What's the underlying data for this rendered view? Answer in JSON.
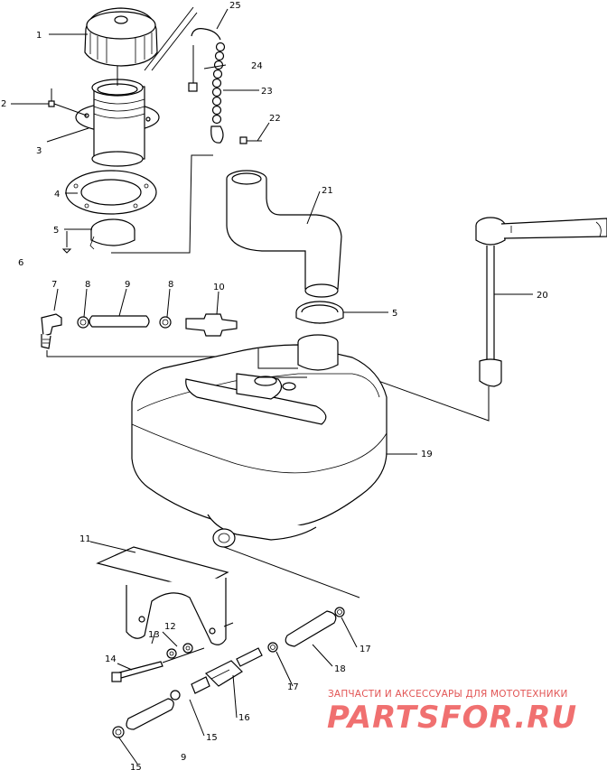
{
  "callouts": [
    {
      "id": "c1",
      "text": "1"
    },
    {
      "id": "c2",
      "text": "2"
    },
    {
      "id": "c3",
      "text": "3"
    },
    {
      "id": "c4",
      "text": "4"
    },
    {
      "id": "c5a",
      "text": "5"
    },
    {
      "id": "c6",
      "text": "6"
    },
    {
      "id": "c7",
      "text": "7"
    },
    {
      "id": "c8a",
      "text": "8"
    },
    {
      "id": "c9a",
      "text": "9"
    },
    {
      "id": "c8b",
      "text": "8"
    },
    {
      "id": "c10",
      "text": "10"
    },
    {
      "id": "c5b",
      "text": "5"
    },
    {
      "id": "c11",
      "text": "11"
    },
    {
      "id": "c12",
      "text": "12"
    },
    {
      "id": "c13",
      "text": "13"
    },
    {
      "id": "c14",
      "text": "14"
    },
    {
      "id": "c15a",
      "text": "15"
    },
    {
      "id": "c15b",
      "text": "15"
    },
    {
      "id": "c9b",
      "text": "9"
    },
    {
      "id": "c16",
      "text": "16"
    },
    {
      "id": "c17a",
      "text": "17"
    },
    {
      "id": "c17b",
      "text": "17"
    },
    {
      "id": "c18",
      "text": "18"
    },
    {
      "id": "c19",
      "text": "19"
    },
    {
      "id": "c20",
      "text": "20"
    },
    {
      "id": "c21",
      "text": "21"
    },
    {
      "id": "c22",
      "text": "22"
    },
    {
      "id": "c23",
      "text": "23"
    },
    {
      "id": "c24",
      "text": "24"
    },
    {
      "id": "c25",
      "text": "25"
    }
  ],
  "watermark": {
    "tagline": "ЗАПЧАСТИ И АКСЕССУАРЫ ДЛЯ МОТОТЕХНИКИ",
    "logo": "PARTSFOR.RU"
  }
}
